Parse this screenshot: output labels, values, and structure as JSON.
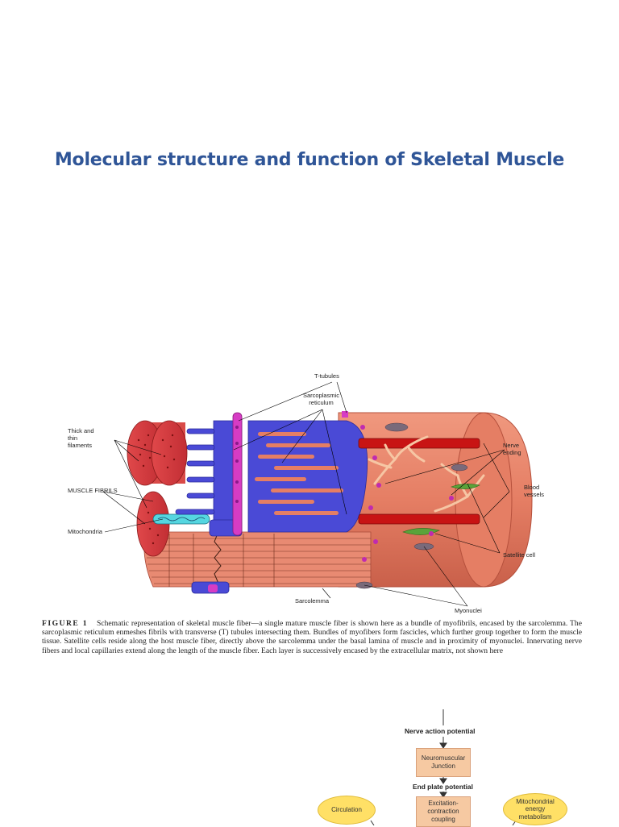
{
  "slide": {
    "title": "Molecular structure and function of Skeletal Muscle"
  },
  "figure1": {
    "labels": {
      "t_tubules": "T-tubules",
      "sarcoplasmic_reticulum_line1": "Sarcoplasmic",
      "sarcoplasmic_reticulum_line2": "reticulum",
      "thick_thin_line1": "Thick and",
      "thick_thin_line2": "thin",
      "thick_thin_line3": "filaments",
      "muscle_fibrils": "MUSCLE FIBRILS",
      "mitochondria": "Mitochondria",
      "nerve_ending_line1": "Nerve",
      "nerve_ending_line2": "ending",
      "blood_vessels_line1": "Blood",
      "blood_vessels_line2": "vessels",
      "satellite_cell": "Satellite cell",
      "sarcolemma": "Sarcolemma",
      "myonuclei": "Myonuclei"
    },
    "caption_label": "FIGURE 1",
    "caption_text": "Schematic representation of skeletal muscle fiber—a single mature muscle fiber is shown here as a bundle of myofibrils, encased by the sarcolemma. The sarcoplasmic reticulum enmeshes fibrils with transverse (T) tubules intersecting them. Bundles of myofibers form fascicles, which further group together to form the muscle tissue. Satellite cells reside along the host muscle fiber, directly above the sarcolemma under the basal lamina of muscle and in proximity of myonuclei. Innervating nerve fibers and local capillaries extend along the length of the muscle fiber. Each layer is successively encased by the extracellular matrix, not shown here"
  },
  "flowchart": {
    "nerve_action_potential": "Nerve action potential",
    "neuromuscular_junction_line1": "Neuromuscular",
    "neuromuscular_junction_line2": "Junction",
    "end_plate_potential": "End plate potential",
    "ec_coupling_line1": "Excitation-",
    "ec_coupling_line2": "contraction",
    "ec_coupling_line3": "coupling",
    "circulation": "Circulation",
    "mito_line1": "Mitochondrial",
    "mito_line2": "energy",
    "mito_line3": "metabolism"
  },
  "colors": {
    "title": "#2f5597",
    "fiber_body": "#e8826a",
    "fibril_red": "#d93a3a",
    "sr_blue": "#4a4ad6",
    "t_tubule_magenta": "#d63cc4",
    "blood_vessel": "#c81414",
    "nerve": "#f6c6a4",
    "satellite_cell": "#5aa33a",
    "flow_box": "#f6c9a2",
    "flow_oval": "#ffe066"
  }
}
